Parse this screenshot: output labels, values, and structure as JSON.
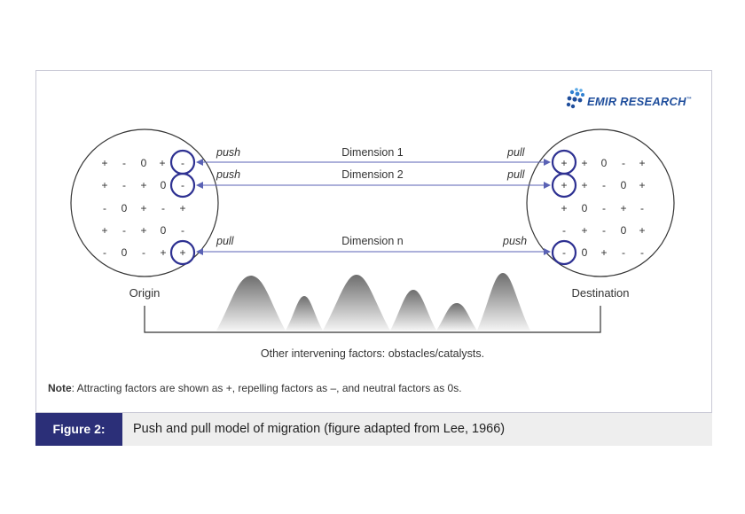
{
  "logo": {
    "text": "EMIR RESEARCH",
    "tm": "™"
  },
  "diagram": {
    "origin_label": "Origin",
    "destination_label": "Destination",
    "dimensions": [
      {
        "name": "Dimension 1",
        "left": "push",
        "right": "pull"
      },
      {
        "name": "Dimension 2",
        "left": "push",
        "right": "pull"
      },
      {
        "name": "Dimension n",
        "left": "pull",
        "right": "push"
      }
    ],
    "origin_rows": [
      [
        "+",
        "-",
        "0",
        "+",
        "-"
      ],
      [
        "+",
        "-",
        "+",
        "0",
        "-"
      ],
      [
        "-",
        "0",
        "+",
        "-",
        "+"
      ],
      [
        "+",
        "-",
        "+",
        "0",
        "-"
      ],
      [
        "-",
        "0",
        "-",
        "+",
        "+"
      ]
    ],
    "destination_rows": [
      [
        "+",
        "+",
        "0",
        "-",
        "+"
      ],
      [
        "+",
        "+",
        "-",
        "0",
        "+"
      ],
      [
        "+",
        "0",
        "-",
        "+",
        "-"
      ],
      [
        "-",
        "+",
        "-",
        "0",
        "+"
      ],
      [
        "-",
        "0",
        "+",
        "-",
        "-"
      ]
    ],
    "intervening_label": "Other intervening factors: obstacles/catalysts."
  },
  "note": {
    "prefix": "Note",
    "text": ": Attracting factors are shown as +, repelling factors as –, and neutral factors as 0s."
  },
  "caption": {
    "label": "Figure 2:",
    "text": "Push and pull model of migration (figure adapted from Lee, 1966)"
  },
  "colors": {
    "accent": "#2b2f78",
    "circle_highlight": "#2e3192",
    "arrow": "#5a62b5",
    "logo": "#1f4e9c"
  }
}
